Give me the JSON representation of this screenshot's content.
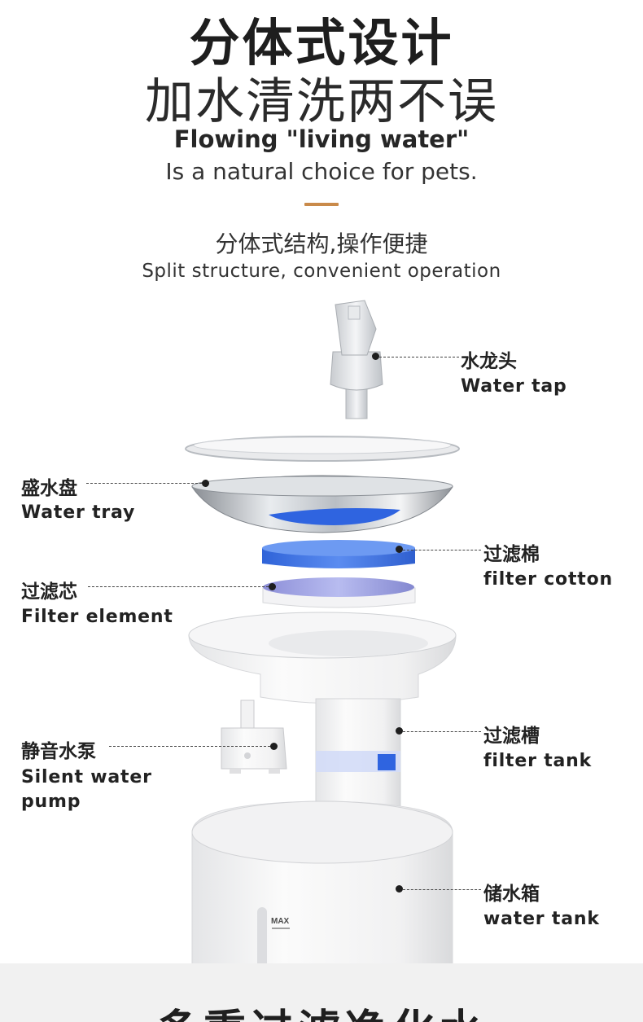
{
  "header": {
    "title_cn": "分体式设计",
    "subtitle_cn": "加水清洗两不误",
    "tagline_en_1": "Flowing \"living water\"",
    "tagline_en_2": "Is a natural choice for pets."
  },
  "section": {
    "title_cn": "分体式结构,操作便捷",
    "title_en": "Split structure, convenient operation"
  },
  "parts": {
    "water_tap": {
      "cn": "水龙头",
      "en": "Water tap"
    },
    "water_tray": {
      "cn": "盛水盘",
      "en": "Water tray"
    },
    "filter_cotton": {
      "cn": "过滤棉",
      "en": "filter cotton"
    },
    "filter_element": {
      "cn": "过滤芯",
      "en": "Filter element"
    },
    "filter_tank": {
      "cn": "过滤槽",
      "en": "filter tank"
    },
    "silent_pump": {
      "cn": "静音水泵",
      "en_line1": "Silent water",
      "en_line2": "pump"
    },
    "water_tank": {
      "cn": "储水箱",
      "en": "water tank",
      "max_mark": "MAX"
    }
  },
  "footer": {
    "next_title_cn": "多重过滤净化水"
  },
  "colors": {
    "accent": "#c98a4a",
    "filter_blue": "#3a6fe0",
    "background": "#ffffff",
    "footer_band": "#f1f1f1"
  }
}
